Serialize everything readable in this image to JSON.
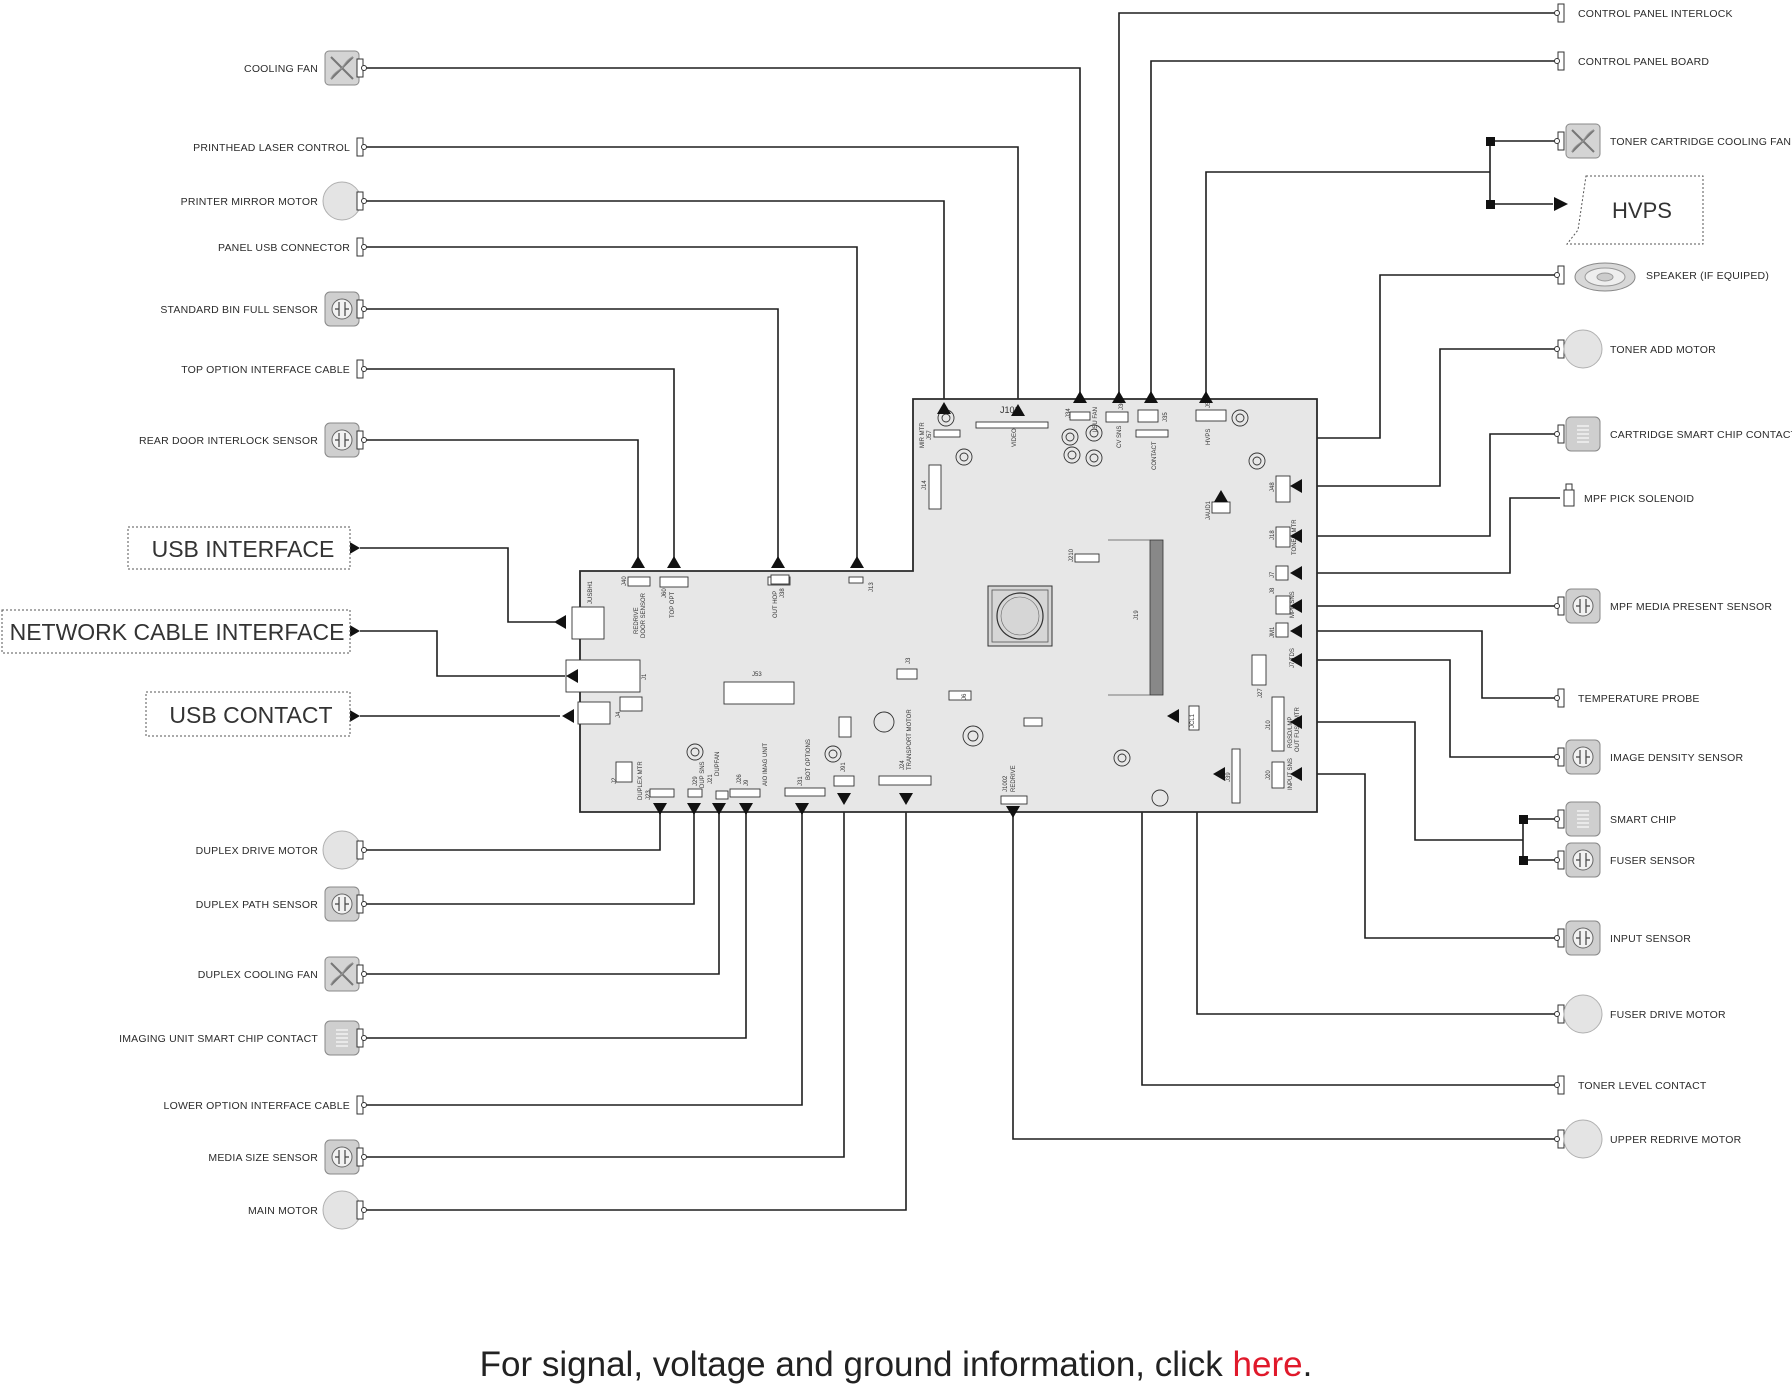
{
  "footer": {
    "text_before": "For signal, voltage and ground information, click ",
    "link_text": "here",
    "text_after": ".",
    "link_color": "#e0192b"
  },
  "boxed_interfaces": {
    "usb_interface": "USB INTERFACE",
    "network_cable_interface": "NETWORK CABLE INTERFACE",
    "usb_contact": "USB CONTACT",
    "hvps": "HVPS"
  },
  "left_components": [
    {
      "label": "COOLING FAN",
      "icon": "fan-icon"
    },
    {
      "label": "PRINTHEAD LASER CONTROL",
      "icon": "plug-icon"
    },
    {
      "label": "PRINTER MIRROR MOTOR",
      "icon": "motor-icon"
    },
    {
      "label": "PANEL USB CONNECTOR",
      "icon": "plug-icon"
    },
    {
      "label": "STANDARD BIN FULL SENSOR",
      "icon": "sensor-icon"
    },
    {
      "label": "TOP OPTION INTERFACE CABLE",
      "icon": "plug-icon"
    },
    {
      "label": "REAR DOOR INTERLOCK SENSOR",
      "icon": "sensor-icon"
    },
    {
      "label": "DUPLEX DRIVE MOTOR",
      "icon": "motor-icon"
    },
    {
      "label": "DUPLEX PATH SENSOR",
      "icon": "sensor-icon"
    },
    {
      "label": "DUPLEX COOLING FAN",
      "icon": "fan-icon"
    },
    {
      "label": "IMAGING UNIT SMART CHIP CONTACT",
      "icon": "chip-icon"
    },
    {
      "label": "LOWER OPTION INTERFACE CABLE",
      "icon": "plug-icon"
    },
    {
      "label": "MEDIA SIZE SENSOR",
      "icon": "sensor-icon"
    },
    {
      "label": "MAIN MOTOR",
      "icon": "motor-icon"
    }
  ],
  "right_components": [
    {
      "label": "CONTROL PANEL INTERLOCK",
      "icon": "plug-icon"
    },
    {
      "label": "CONTROL PANEL BOARD",
      "icon": "plug-icon"
    },
    {
      "label": "TONER CARTRIDGE COOLING FAN",
      "icon": "fan-icon"
    },
    {
      "label": "SPEAKER (IF EQUIPED)",
      "icon": "speaker-icon"
    },
    {
      "label": "TONER ADD MOTOR",
      "icon": "motor-icon"
    },
    {
      "label": "CARTRIDGE SMART CHIP CONTACT",
      "icon": "chip-icon"
    },
    {
      "label": "MPF PICK SOLENOID",
      "icon": "solenoid-icon"
    },
    {
      "label": "MPF MEDIA PRESENT SENSOR",
      "icon": "sensor-icon"
    },
    {
      "label": "TEMPERATURE PROBE",
      "icon": "plug-icon"
    },
    {
      "label": "IMAGE DENSITY SENSOR",
      "icon": "sensor-icon"
    },
    {
      "label": "SMART CHIP",
      "icon": "chip-icon"
    },
    {
      "label": "FUSER  SENSOR",
      "icon": "sensor-icon"
    },
    {
      "label": "INPUT SENSOR",
      "icon": "sensor-icon"
    },
    {
      "label": "FUSER DRIVE MOTOR",
      "icon": "motor-icon"
    },
    {
      "label": "TONER LEVEL CONTACT",
      "icon": "plug-icon"
    },
    {
      "label": "UPPER REDRIVE MOTOR",
      "icon": "motor-icon"
    }
  ],
  "board_labels": {
    "j101": "J101",
    "video": "VIDEO",
    "mir_mtr": "MIR MTR",
    "j57": "J57",
    "j14": "J14",
    "j34": "J34",
    "lsu_fan": "LSU FAN",
    "j36": "J36",
    "cv_sns": "CV SNS",
    "j35": "J35",
    "contact": "CONTACT",
    "j5": "J5",
    "hvps_conn": "HVPS",
    "j48": "J48",
    "jaud": "JAUD1",
    "j18": "J18",
    "toner_mtr": "TONER MTR",
    "j7": "J7",
    "j8": "J8",
    "mpf_sns": "MPF SNS",
    "jm1": "JM1",
    "j7_tds": "J7 TDS",
    "j27": "J27",
    "j10": "J10",
    "rgsd_mp": "RGSD/LMP",
    "out_fuse_mtr": "OUT FUSE MTR",
    "j20": "J20",
    "input_sns": "INPUT SNS",
    "j39": "J39",
    "jcl": "JCL1",
    "j19": "J19",
    "j210": "J210",
    "jusbh1": "JUSBH1",
    "j1": "J1",
    "j4": "J4",
    "j40": "J40",
    "redrive": "REDRIVE",
    "door_sensor": "DOOR SENSOR",
    "j60": "J60",
    "top_opt": "TOP OPT",
    "out_hop": "OUT HOP",
    "j38": "J38",
    "j13": "J13",
    "j53": "J53",
    "j3": "J3",
    "j6": "J6",
    "j2": "J2",
    "duplex_mtr": "DUPLEX MTR",
    "j23": "J23",
    "j29": "J29",
    "dup_sns": "DUP SNS",
    "j21": "J21",
    "dupfan": "DUPFAN",
    "j26": "J26",
    "j9": "J9",
    "imag_unit": "AIO IMAG UNIT",
    "j31": "J31",
    "bot_options": "BOT OPTIONS",
    "j91": "J91",
    "transport_motor": "TRANSPORT MOTOR",
    "j24": "J24",
    "j1002": "J1002",
    "redrive2": "REDRIVE"
  }
}
